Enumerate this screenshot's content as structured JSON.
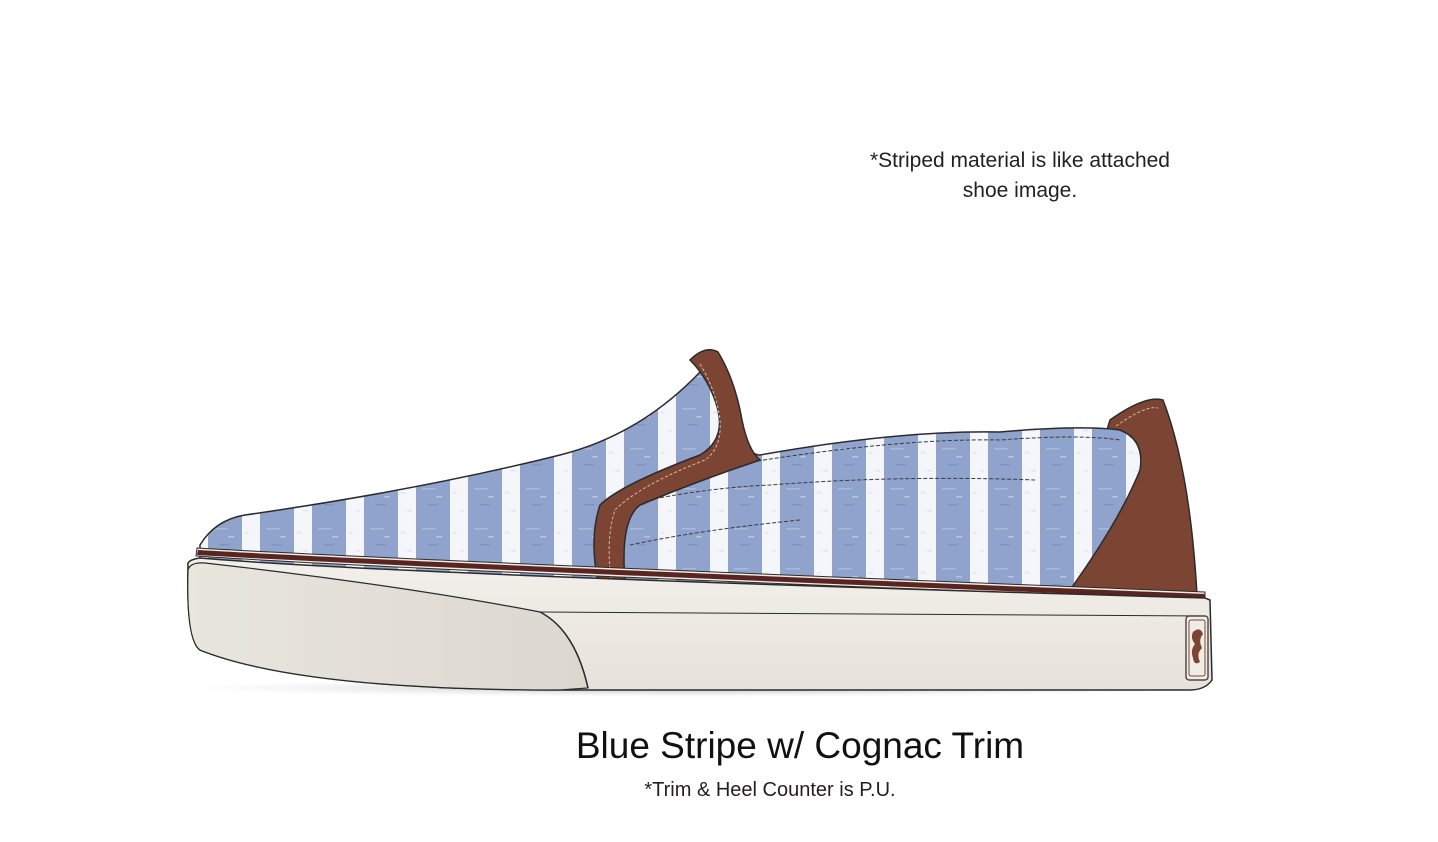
{
  "notes": {
    "line1": "*Striped material is like attached",
    "line2": "shoe image."
  },
  "title": "Blue Stripe w/ Cognac Trim",
  "subnote": "*Trim & Heel Counter is P.U.",
  "colors": {
    "stripe_blue": "#8fa3cc",
    "stripe_white": "#f4f6fb",
    "trim_cognac": "#7b4433",
    "foxing_stripe": "#5a2520",
    "sole": "#f0ece6",
    "outline": "#2b2b2b"
  },
  "icons": {
    "heel_label": "lion-crest-icon"
  }
}
